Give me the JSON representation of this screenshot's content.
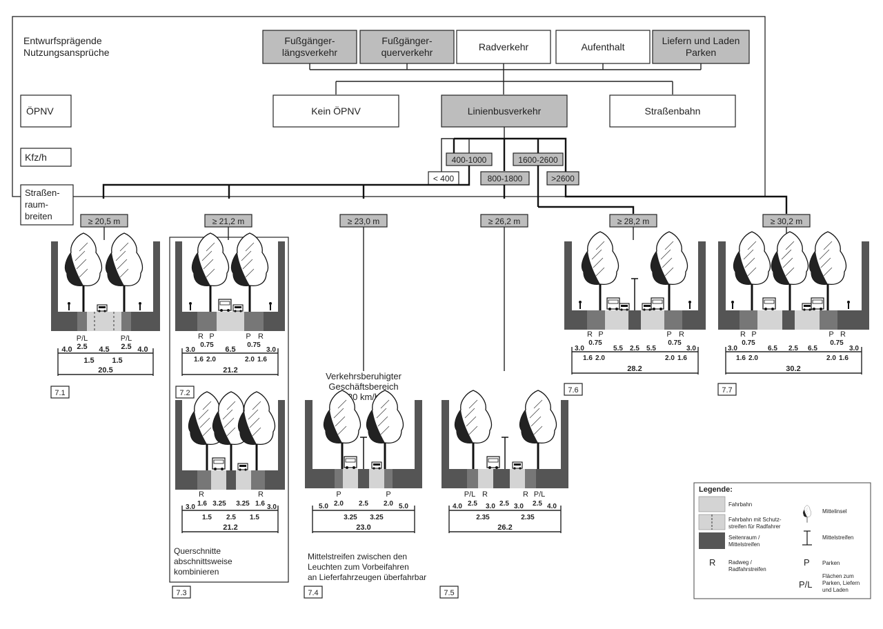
{
  "header": {
    "title_line1": "Entwurfsprägende",
    "title_line2": "Nutzungsansprüche",
    "oepnv_label": "ÖPNV",
    "kfz_label": "Kfz/h",
    "strassenraum_line1": "Straßen-",
    "strassenraum_line2": "raum-",
    "strassenraum_line3": "breiten"
  },
  "nutzung": [
    {
      "line1": "Fußgänger-",
      "line2": "längsverkehr",
      "shaded": true
    },
    {
      "line1": "Fußgänger-",
      "line2": "querverkehr",
      "shaded": true
    },
    {
      "line1": "Radverkehr",
      "line2": "",
      "shaded": false
    },
    {
      "line1": "Aufenthalt",
      "line2": "",
      "shaded": false
    },
    {
      "line1": "Liefern und Laden",
      "line2": "Parken",
      "shaded": true
    }
  ],
  "oepnv": [
    {
      "label": "Kein ÖPNV",
      "shaded": false
    },
    {
      "label": "Linienbusverkehr",
      "shaded": true
    },
    {
      "label": "Straßenbahn",
      "shaded": false
    }
  ],
  "kfz": {
    "lt400": "< 400",
    "r400_1000": "400-1000",
    "r800_1800": "800-1800",
    "r1600_2600": "1600-2600",
    "gt2600": ">2600"
  },
  "breiten": [
    "≥ 20,5 m",
    "≥ 21,2 m",
    "≥ 23,0 m",
    "≥ 26,2 m",
    "≥ 28,2 m",
    "≥ 30,2 m"
  ],
  "sections": {
    "s71": {
      "id": "7.1",
      "tags": [
        "P/L",
        "P/L"
      ],
      "top": [
        "2.5",
        "2.5"
      ],
      "row": [
        "4.0",
        "4.5",
        "4.0"
      ],
      "sub": [
        "1.5",
        "1.5"
      ],
      "total": "20.5"
    },
    "s72": {
      "id": "7.2",
      "tags": [
        "R",
        "P",
        "P",
        "R"
      ],
      "top": [
        "0.75",
        "0.75"
      ],
      "row": [
        "3.0",
        "6.5",
        "3.0"
      ],
      "sub": [
        "1.6",
        "2.0",
        "2.0",
        "1.6"
      ],
      "total": "21.2"
    },
    "s73": {
      "id": "7.3",
      "tags": [
        "R",
        "R"
      ],
      "row": [
        "3.0",
        "1.6",
        "3.25",
        "3.25",
        "1.6",
        "3.0"
      ],
      "sub": [
        "1.5",
        "2.5",
        "1.5"
      ],
      "total": "21.2",
      "note_line1": "Querschnitte",
      "note_line2": "abschnittsweise",
      "note_line3": "kombinieren"
    },
    "s74": {
      "id": "7.4",
      "tags": [
        "P",
        "P"
      ],
      "row": [
        "5.0",
        "2.0",
        "2.5",
        "2.0",
        "5.0"
      ],
      "sub": [
        "3.25",
        "3.25"
      ],
      "total": "23.0",
      "title_line1": "Verkehrsberuhigter",
      "title_line2": "Geschäftsbereich",
      "title_line3": "(30 km/h)",
      "note_line1": "Mittelstreifen zwischen den",
      "note_line2": "Leuchten zum Vorbeifahren",
      "note_line3": "an Lieferfahrzeugen überfahrbar"
    },
    "s75": {
      "id": "7.5",
      "tags": [
        "P/L",
        "R",
        "R",
        "P/L"
      ],
      "row": [
        "4.0",
        "2.5",
        "3.0",
        "2.5",
        "3.0",
        "2.5",
        "4.0"
      ],
      "sub": [
        "2.35",
        "2.35"
      ],
      "total": "26.2"
    },
    "s76": {
      "id": "7.6",
      "tags": [
        "R",
        "P",
        "P",
        "R"
      ],
      "top": [
        "0.75",
        "0.75"
      ],
      "row": [
        "3.0",
        "5.5",
        "2.5",
        "5.5",
        "3.0"
      ],
      "sub": [
        "1.6",
        "2.0",
        "2.0",
        "1.6"
      ],
      "total": "28.2"
    },
    "s77": {
      "id": "7.7",
      "tags": [
        "R",
        "P",
        "P",
        "R"
      ],
      "top": [
        "0.75",
        "0.75"
      ],
      "row": [
        "3.0",
        "6.5",
        "2.5",
        "6.5",
        "3.0"
      ],
      "sub": [
        "1.6",
        "2.0",
        "2.0",
        "1.6"
      ],
      "total": "30.2"
    }
  },
  "legend": {
    "title": "Legende:",
    "fahrbahn": "Fahrbahn",
    "schutz_line1": "Fahrbahn mit Schutz-",
    "schutz_line2": "streifen für Radfahrer",
    "seiten_line1": "Seitenraum /",
    "seiten_line2": "Mittelstreifen",
    "r_symbol": "R",
    "r_line1": "Radweg /",
    "r_line2": "Radfahrstreifen",
    "mittelinsel": "Mittelinsel",
    "mittelstreifen": "Mittelstreifen",
    "p_symbol": "P",
    "parken": "Parken",
    "pl_symbol": "P/L",
    "pl_line1": "Flächen zum",
    "pl_line2": "Parken, Liefern",
    "pl_line3": "und Laden"
  },
  "colors": {
    "box_shaded": "#bdbdbd",
    "seitenraum": "#555555",
    "fahrbahn": "#d4d4d4",
    "line": "#222222"
  }
}
